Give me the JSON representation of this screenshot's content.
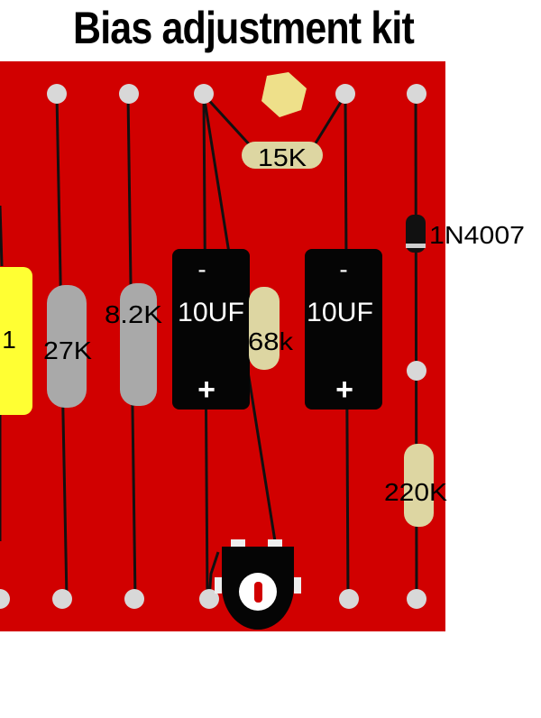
{
  "title": "Bias adjustment kit",
  "colors": {
    "board": "#d10000",
    "wire": "#111111",
    "pad": "#d8d8d8",
    "resistor_gray": "#a9a9a9",
    "resistor_tan": "#ddd6a2",
    "capacitor": "#050505",
    "diode": "#111111",
    "trimmer_pad": "#eeeeee",
    "yellow_part": "#ffff33",
    "hexagon": "#eee08a"
  },
  "components": {
    "yellow_part_label": "1",
    "r_27k": "27K",
    "r_8_2k": "8.2K",
    "cap_left": {
      "label": "10UF",
      "minus": "-",
      "plus": "+"
    },
    "r_68k": "68k",
    "cap_right": {
      "label": "10UF",
      "minus": "-",
      "plus": "+"
    },
    "r_15k": "15K",
    "diode": "1N4007",
    "r_220k": "220K",
    "trimmer_symbol": "0"
  }
}
